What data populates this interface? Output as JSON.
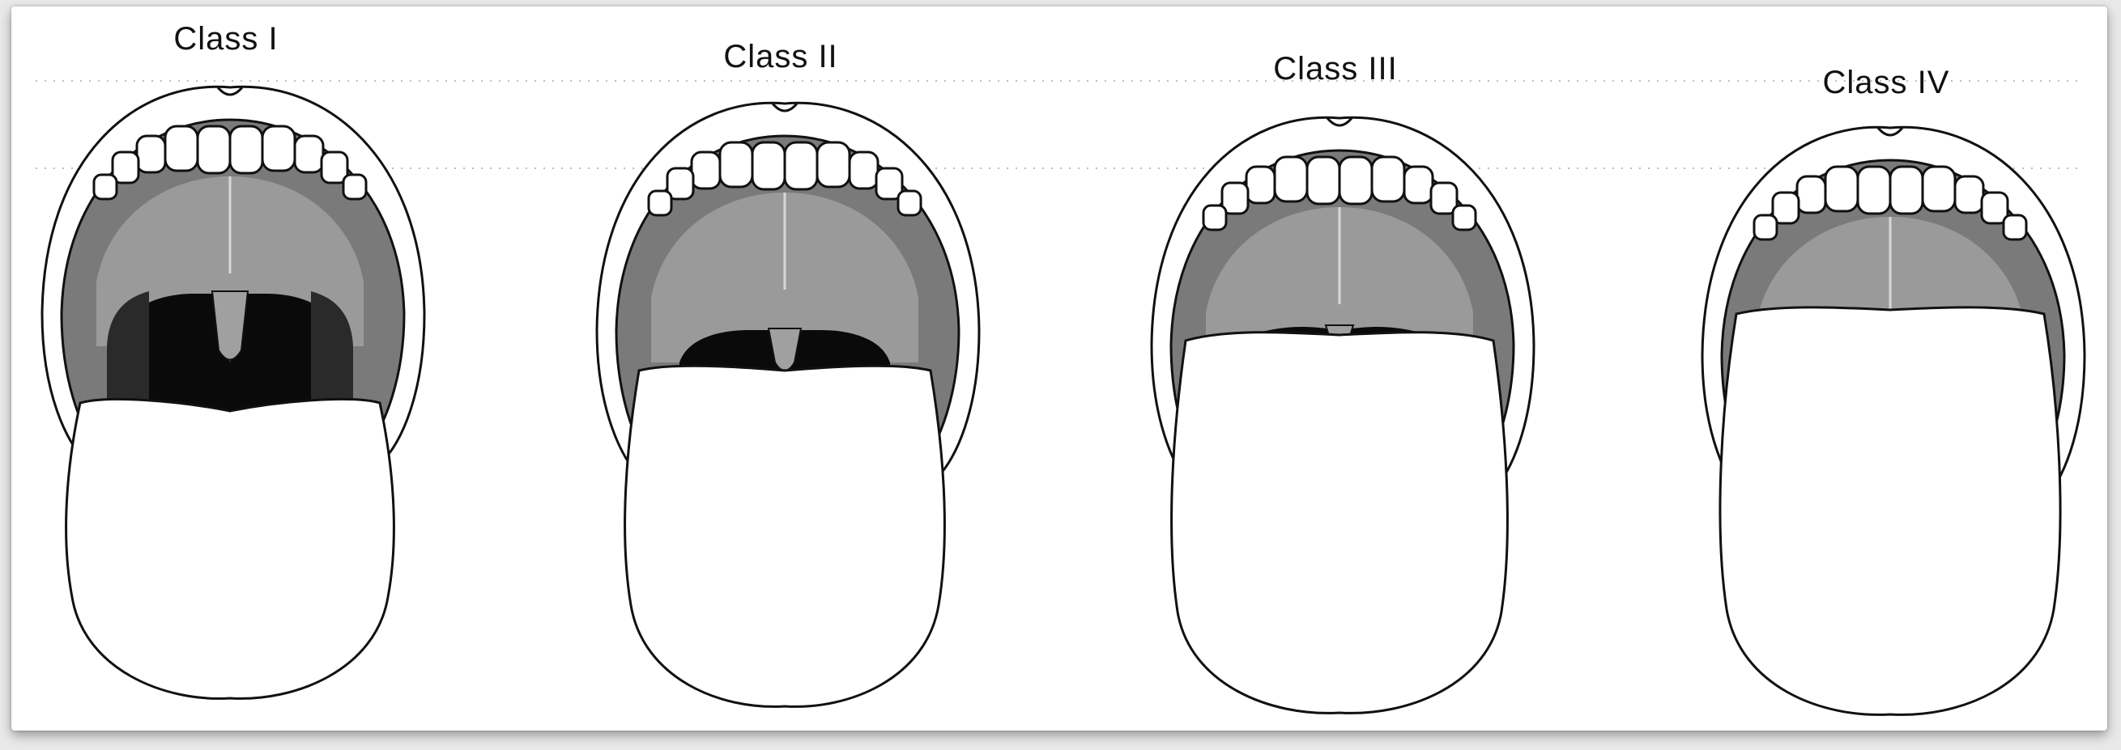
{
  "figure": {
    "classes": [
      {
        "label": "Class I",
        "visible": [
          "uvula",
          "tonsillar-pillars",
          "soft-palate",
          "fauces"
        ]
      },
      {
        "label": "Class II",
        "visible": [
          "uvula",
          "soft-palate",
          "fauces"
        ]
      },
      {
        "label": "Class III",
        "visible": [
          "uvula-base",
          "soft-palate"
        ]
      },
      {
        "label": "Class IV",
        "visible": [
          "hard-palate"
        ]
      }
    ]
  }
}
